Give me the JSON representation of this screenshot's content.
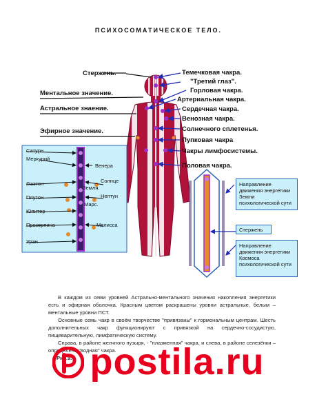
{
  "title": "ПСИХОСОМАТИЧЕСКОЕ ТЕЛО.",
  "left_labels": {
    "rod": "Стержень.",
    "mental": "Ментальное значение.",
    "astral": "Астральное знаение.",
    "etheric": "Эфирное значение."
  },
  "right_labels": [
    "Темечковая чакра.",
    "\"Третий глаз\".",
    "Горловая чакра.",
    "Артериальная чакра.",
    "Сердечная чакра.",
    "Венозная чакра.",
    "Солнечного сплетенья.",
    "Пупковая чакра",
    "Чакры лимфосистемы.",
    "Половая чакра."
  ],
  "planets": {
    "saturn": "Сатурн",
    "mercury": "Меркурий",
    "venus": "Венера",
    "phaeton": "Фаэтон",
    "sun": "Солнце",
    "earth": "Земля.",
    "pluto": "Плутон",
    "neptune": "Нептун",
    "mars": "Марс.",
    "jupiter": "Юпитер",
    "proserpina": "Прозерпина",
    "melissa": "Мелисса",
    "uranus": "Уран"
  },
  "right_panel": {
    "box_top": "Направление движения энергетики Земли психологической сути",
    "rod_label": "Стержень",
    "box_bottom": "Направление движения энергетики Космоса психологической сути"
  },
  "caption": [
    "В каждом из семи уровней Астрально-ментального значения накопления энергетики есть и эфирная оболочка. Красным цветом раскрашены уровни астральные, белым – ментальные уровни ПСТ.",
    "Основные семь чакр в своём творчестве \"привязаны\" к гормональным центрам. Шесть дополнительных чакр функционируют с привязкой на сердечно-сосудистую, пищеварительную, лимфатическую систему.",
    "Справа, в районе желчного пузыря, - \"плазменная\" чакра, и слева, в районе селезёнки – определена \"водная\" чакра."
  ],
  "figure_label": "Рис.9.",
  "watermark": "postila.ru",
  "colors": {
    "body_red": "#b1123a",
    "chakra_purple": "#9b2fc6",
    "label_blue": "#1f2bb5",
    "panel_cyan": "#c9f0fb",
    "brand_red": "#e9001e"
  }
}
